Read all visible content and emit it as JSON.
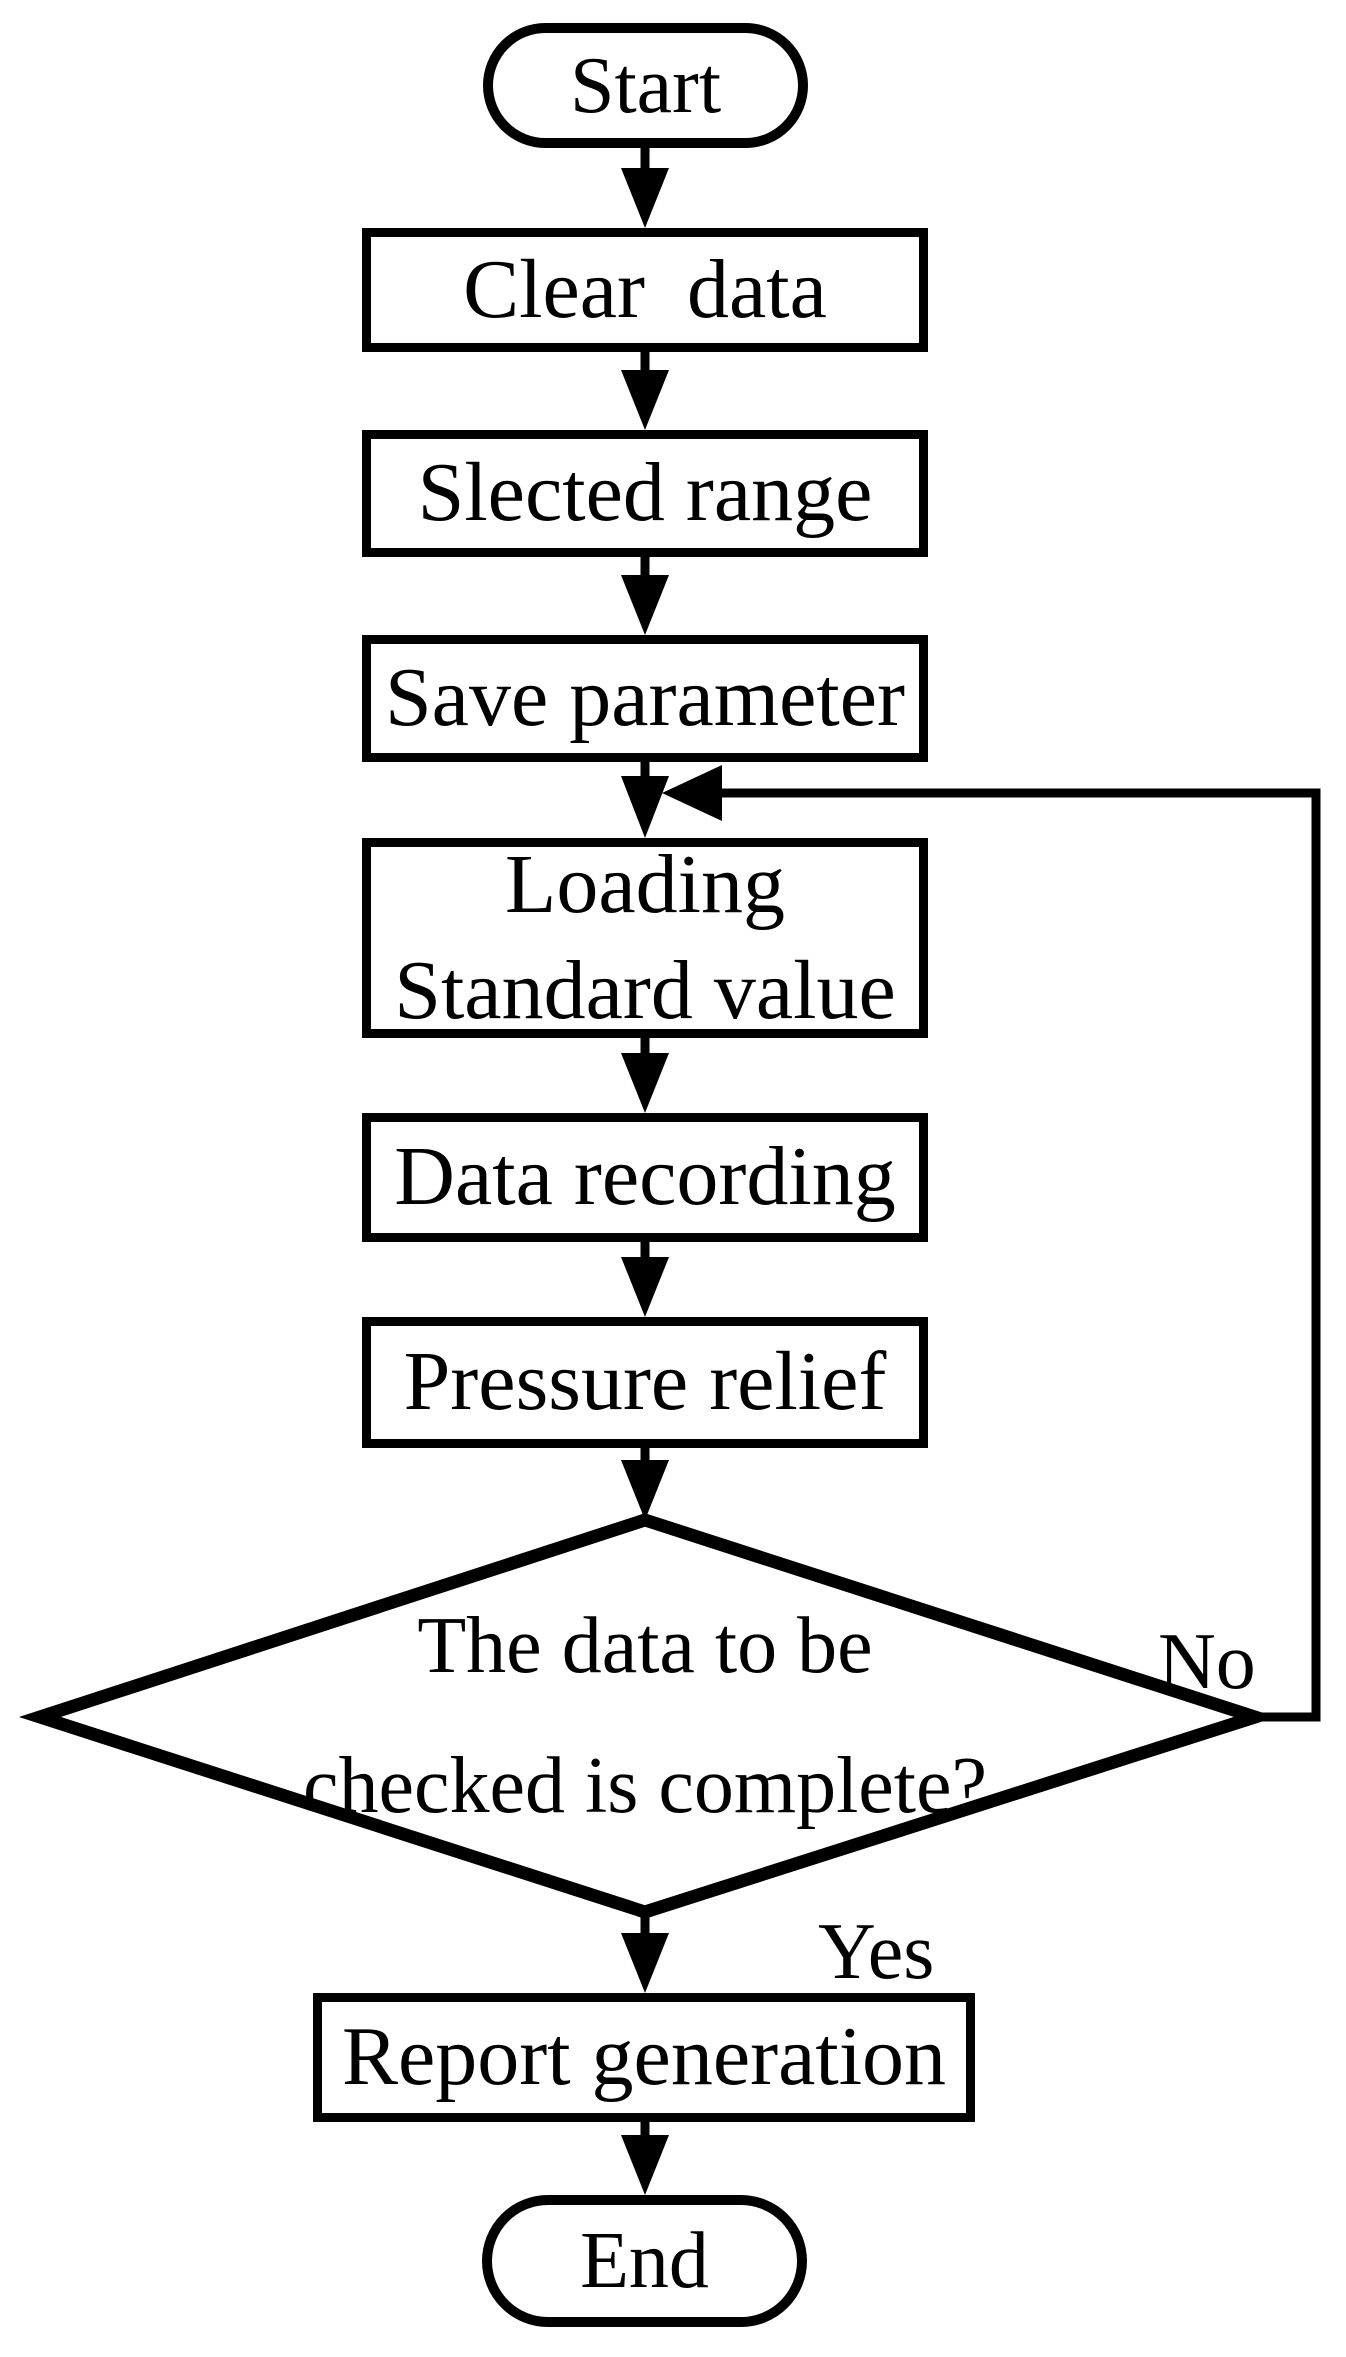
{
  "diagram": {
    "title": "flowchart",
    "colors": {
      "stroke": "#000000",
      "background": "#ffffff"
    },
    "nodes": {
      "start": {
        "type": "terminator",
        "label": "Start"
      },
      "clear_data": {
        "type": "process",
        "label": "Clear  data"
      },
      "selected_range": {
        "type": "process",
        "label": "Slected range"
      },
      "save_parameter": {
        "type": "process",
        "label": "Save parameter"
      },
      "loading_standard_value": {
        "type": "process",
        "line1": "Loading",
        "line2": "Standard value"
      },
      "data_recording": {
        "type": "process",
        "label": "Data recording"
      },
      "pressure_relief": {
        "type": "process",
        "label": "Pressure relief"
      },
      "decision_complete": {
        "type": "decision",
        "line1": "The data to be",
        "line2": "checked is complete?"
      },
      "report_generation": {
        "type": "process",
        "label": "Report generation"
      },
      "end": {
        "type": "terminator",
        "label": "End"
      }
    },
    "edge_labels": {
      "no": "No",
      "yes": "Yes"
    }
  }
}
